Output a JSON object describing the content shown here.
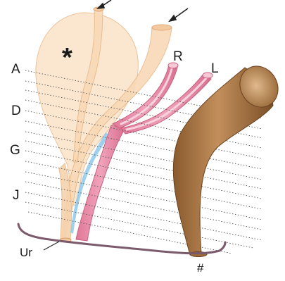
{
  "labels": {
    "star": "*",
    "level_a": "A",
    "level_d": "D",
    "level_g": "G",
    "level_j": "J",
    "right": "R",
    "left": "L",
    "ureter": "Ur",
    "hash": "#"
  },
  "colors": {
    "bladder_fill": "#fbe3c8",
    "bladder_stroke": "#e9b98a",
    "duct_fill": "#f8d9b6",
    "pink_fill": "#e88aa6",
    "pink_light": "#f5c3d3",
    "blue_fill": "#8ec9ec",
    "brown_fill": "#b07a45",
    "brown_dark": "#7a4e26",
    "baseline": "#7b5a6c",
    "dotted_line": "#555555",
    "arrow": "#222222"
  }
}
